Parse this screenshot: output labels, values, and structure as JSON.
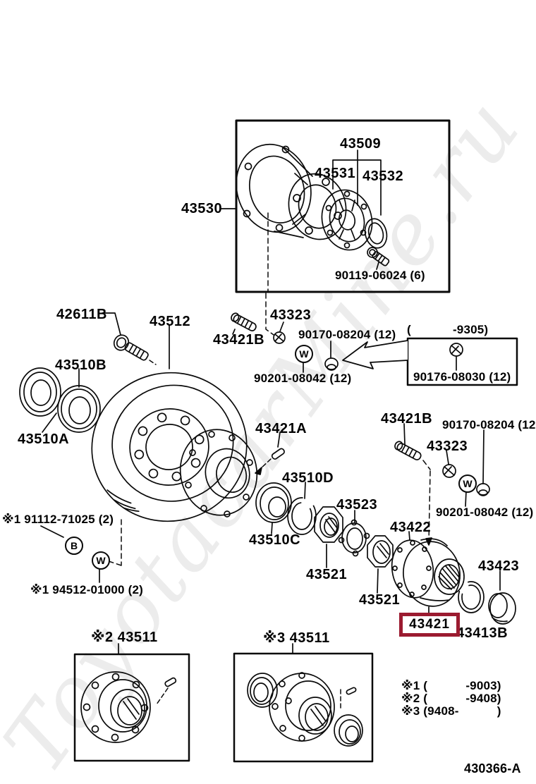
{
  "watermark": "ToyotacarMine.ru",
  "diagram_code": "430366-A",
  "highlight_color": "#9b1b30",
  "highlighted_part": "43421",
  "parts": {
    "p43530": "43530",
    "p43509": "43509",
    "p43531": "43531",
    "p43532": "43532",
    "p90119": "90119-06024 (6)",
    "p42611b": "42611B",
    "p43512": "43512",
    "p43421b_mid": "43421B",
    "p43323_mid": "43323",
    "p90170_mid": "90170-08204 (12)",
    "p9305": "(            -9305)",
    "p90201_mid": "90201-08042 (12)",
    "p90176": "90176-08030 (12)",
    "p43510b": "43510B",
    "p43510a": "43510A",
    "p43421a": "43421A",
    "p43510d": "43510D",
    "p43510c": "43510C",
    "p43523": "43523",
    "p43521_a": "43521",
    "p43521_b": "43521",
    "p91112": "※1 91112-71025 (2)",
    "p94512": "※1 94512-01000 (2)",
    "p43421b_r": "43421B",
    "p90170_r": "90170-08204 (12",
    "p43323_r": "43323",
    "p90201_r": "90201-08042 (12)",
    "p43422": "43422",
    "p43423": "43423",
    "p43413b": "43413B",
    "p43421": "43421",
    "p43511_2": "※2 43511",
    "p43511_3": "※3 43511"
  },
  "symbols": {
    "b": "B",
    "w": "W"
  },
  "notes": {
    "n1": "※1 (           -9003)",
    "n2": "※2 (           -9408)",
    "n3": "※3 (9408-           )"
  }
}
